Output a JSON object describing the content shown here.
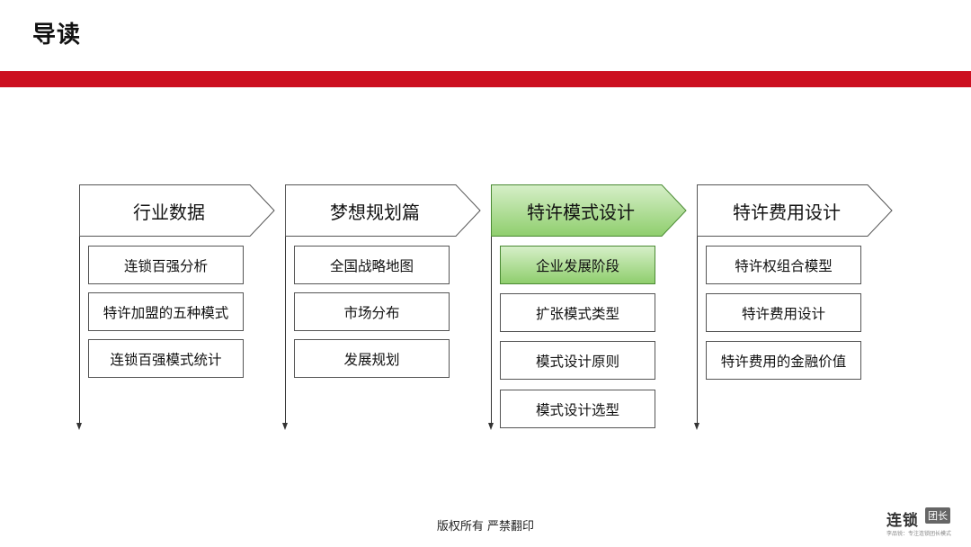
{
  "page": {
    "title": "导读"
  },
  "columns": [
    {
      "heading": "行业数据",
      "items": [
        "连锁百强分析",
        "特许加盟的五种模式",
        "连锁百强模式统计"
      ]
    },
    {
      "heading": "梦想规划篇",
      "items": [
        "全国战略地图",
        "市场分布",
        "发展规划"
      ]
    },
    {
      "heading": "特许模式设计",
      "active": true,
      "items": [
        "企业发展阶段",
        "扩张模式类型",
        "模式设计原则",
        "模式设计选型"
      ]
    },
    {
      "heading": "特许费用设计",
      "items": [
        "特许权组合模型",
        "特许费用设计",
        "特许费用的金融价值"
      ]
    }
  ],
  "colors": {
    "band": "#cc1020",
    "active_fill_top": "#d6efc8",
    "active_fill_bottom": "#8fce6d"
  },
  "footer": {
    "copyright": "版权所有  严禁翻印"
  },
  "logo": {
    "main": "连锁",
    "sub": "团长",
    "tagline": "李品锐：专注连锁团长模式"
  }
}
